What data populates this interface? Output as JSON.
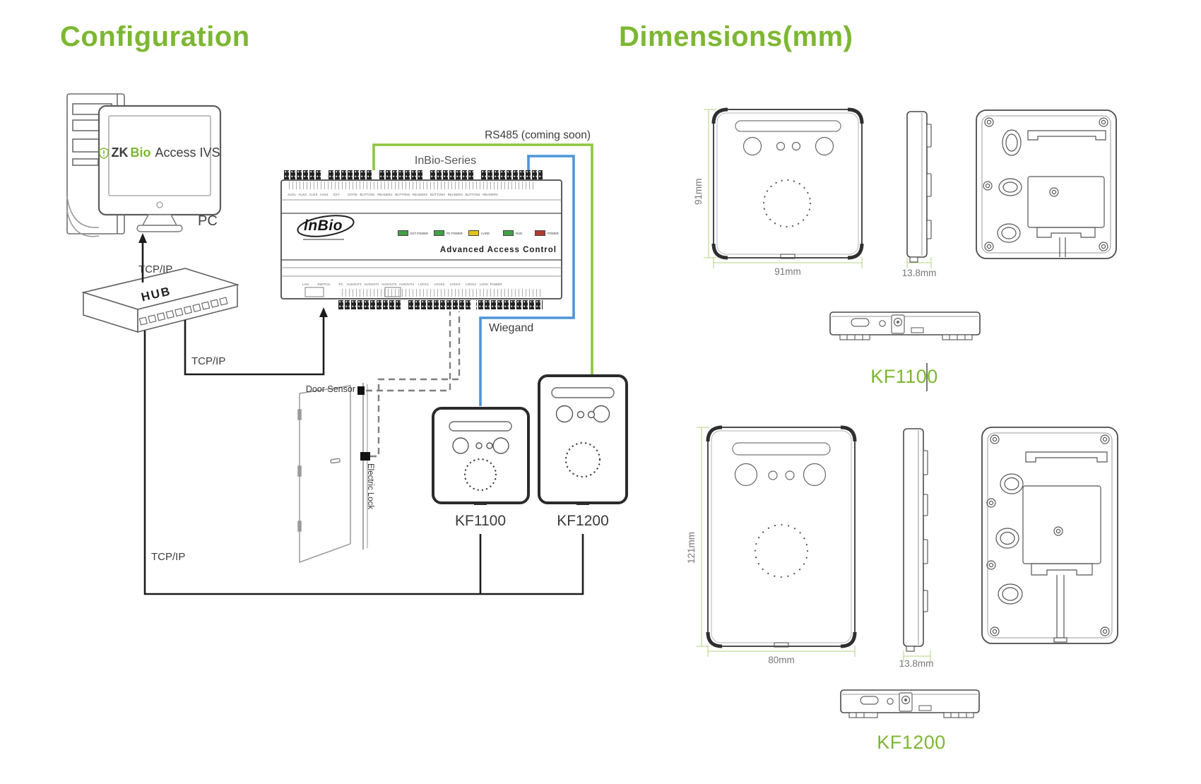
{
  "config": {
    "title": "Configuration",
    "pc": {
      "label": "PC",
      "software": {
        "brand_zk": "ZK",
        "brand_bio": "Bio",
        "brand_suffix": "Access IVS"
      }
    },
    "hub_label": "HUB",
    "tcpip_labels": [
      "TCP/IP",
      "TCP/IP",
      "TCP/IP"
    ],
    "rs485_label": "RS485 (coming soon)",
    "wiegand_label": "Wiegand",
    "door_sensor_label": "Door Sensor",
    "electric_lock_label": "Electric Lock",
    "controller": {
      "series_label": "InBio-Series",
      "logo_text": "inBio",
      "product_text": "Advanced Access Control",
      "leds": [
        {
          "label": "EXT POWER",
          "color": "#43a047"
        },
        {
          "label": "PC POWER",
          "color": "#43a047"
        },
        {
          "label": "CARD",
          "color": "#e4c41c"
        },
        {
          "label": "RUN",
          "color": "#43a047"
        },
        {
          "label": "POWER",
          "color": "#b03a2e"
        }
      ],
      "terminals_top": "AUX1   AUX2   AUX3   AUX4      EXT         STATE   BUTTON1   READER1   BUTTON2   READER2   BUTTON3   READER3   BUTTON4   READER4",
      "terminals_bottom": "LAN          SWITCH          PC    AUXOUT1   AUXOUT2   AUXOUT3   AUXOUT4     LOCK1      LOCK2      LOCK3      LOCK4    LOCK  POWER"
    },
    "kf1100_label": "KF1100",
    "kf1200_label": "KF1200"
  },
  "dimensions": {
    "title": "Dimensions(mm)",
    "kf1100": {
      "name": "KF1100",
      "height_label": "91mm",
      "width_label": "91mm",
      "depth_label": "13.8mm"
    },
    "kf1200": {
      "name": "KF1200",
      "height_label": "121mm",
      "width_label": "80mm",
      "depth_label": "13.8mm"
    }
  },
  "colors": {
    "accent_green": "#7db732",
    "rs485_line": "#8cc63f",
    "wiegand_line": "#4f94d8",
    "dim_line": "#c3dc9c"
  }
}
